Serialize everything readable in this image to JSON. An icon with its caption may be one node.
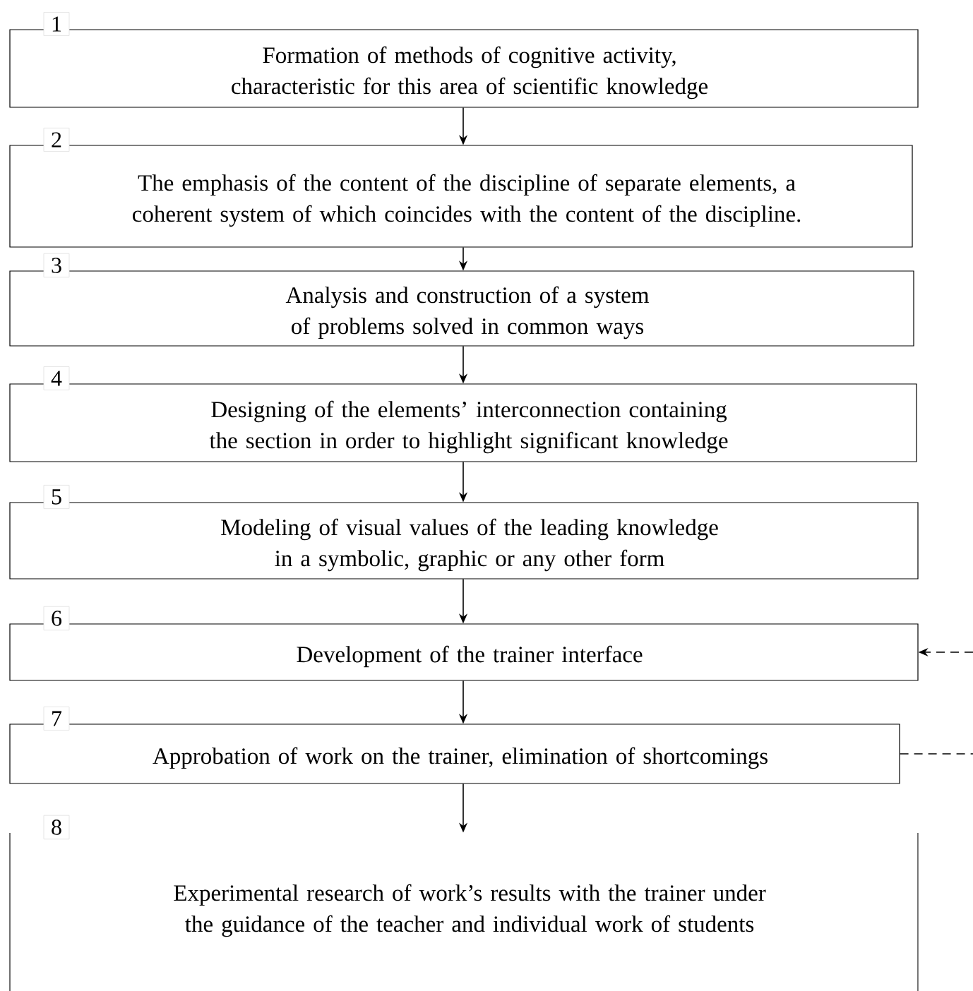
{
  "diagram": {
    "nodes": [
      {
        "text": [
          "1",
          "Formation of methods of cognitive activity, characteristic for this area of scientific knowledge"
        ]
      },
      {
        "text": [
          "2",
          "The emphasis of the content of the discipline of separate elements, a coherent system of which coincides with the content of the discipline."
        ]
      },
      {
        "text": [
          "3",
          "Analysis and construction of a system of problems solved in common ways"
        ]
      },
      {
        "text": [
          "4",
          "Designing of the elements’ interconnection containing the section in order to highlight significant knowledge"
        ]
      },
      {
        "text": [
          "5",
          "Modeling of visual values of the leading knowledge in a symbolic, graphic or any other form"
        ]
      },
      {
        "text": [
          "6",
          "Development of the trainer interface"
        ]
      },
      {
        "text": [
          "7",
          "Approbation of work on the trainer, elimination of shortcomings"
        ]
      },
      {
        "text": [
          "8",
          "Experimental research of work’s results with the trainer under the guidance of the teacher and  individual work of students"
        ]
      }
    ],
    "edges": [
      {
        "from": 0,
        "to": 1,
        "arrow": "to"
      },
      {
        "from": 1,
        "to": 2,
        "arrow": "to"
      },
      {
        "from": 2,
        "to": 3,
        "arrow": "to"
      },
      {
        "from": 3,
        "to": 4,
        "arrow": "to"
      },
      {
        "from": 4,
        "to": 5,
        "arrow": "to"
      },
      {
        "from": 5,
        "to": 6,
        "arrow": "to"
      },
      {
        "from": 6,
        "to": 7,
        "arrow": "to"
      },
      {
        "from": null,
        "to": 5,
        "arrow": "to",
        "style": "dashed"
      },
      {
        "from": 6,
        "to": null,
        "arrow": "none",
        "style": "dashed"
      }
    ]
  }
}
